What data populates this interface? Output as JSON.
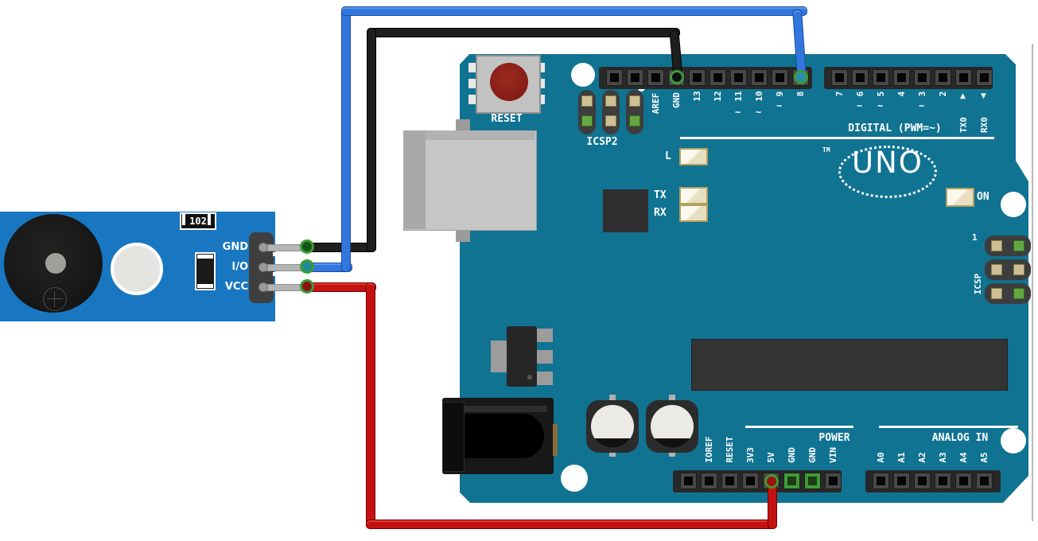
{
  "buzzer_module": {
    "resistor_label": "102",
    "pin_labels": [
      "GND",
      "I/O",
      "VCC"
    ]
  },
  "arduino": {
    "reset_label": "RESET",
    "icsp2_label": "ICSP2",
    "icsp_label": "ICSP",
    "icsp_pin1_label": "1",
    "digital_caption": "DIGITAL (PWM=~)",
    "logo": "UNO",
    "tm": "TM",
    "on_label": "ON",
    "led_labels": {
      "l": "L",
      "tx": "TX",
      "rx": "RX"
    },
    "digital_left_labels": [
      "AREF",
      "GND",
      "13",
      "12",
      "11",
      "10",
      "9",
      "8"
    ],
    "digital_right_labels": [
      "7",
      "6",
      "5",
      "4",
      "3",
      "2"
    ],
    "tx_label": "TX0",
    "rx_label": "RX0",
    "tx_arrow": "▲",
    "rx_arrow": "▼",
    "pwm_tilde": "~",
    "power_caption": "POWER",
    "power_labels": [
      "IOREF",
      "RESET",
      "3V3",
      "5V",
      "GND",
      "GND",
      "VIN"
    ],
    "analog_caption": "ANALOG IN",
    "analog_labels": [
      "A0",
      "A1",
      "A2",
      "A3",
      "A4",
      "A5"
    ]
  },
  "wires": [
    {
      "color_name": "black",
      "hex": "#1e1e1e",
      "from": "buzzer GND",
      "to": "arduino GND"
    },
    {
      "color_name": "blue",
      "hex": "#3277dd",
      "from": "buzzer I/O",
      "to": "arduino pin 8"
    },
    {
      "color_name": "red",
      "hex": "#c41111",
      "from": "buzzer VCC",
      "to": "arduino 5V"
    }
  ],
  "colors": {
    "board_teal": "#107392",
    "buzzer_pcb_blue": "#1877c0",
    "connector_green": "#3f9b35"
  }
}
